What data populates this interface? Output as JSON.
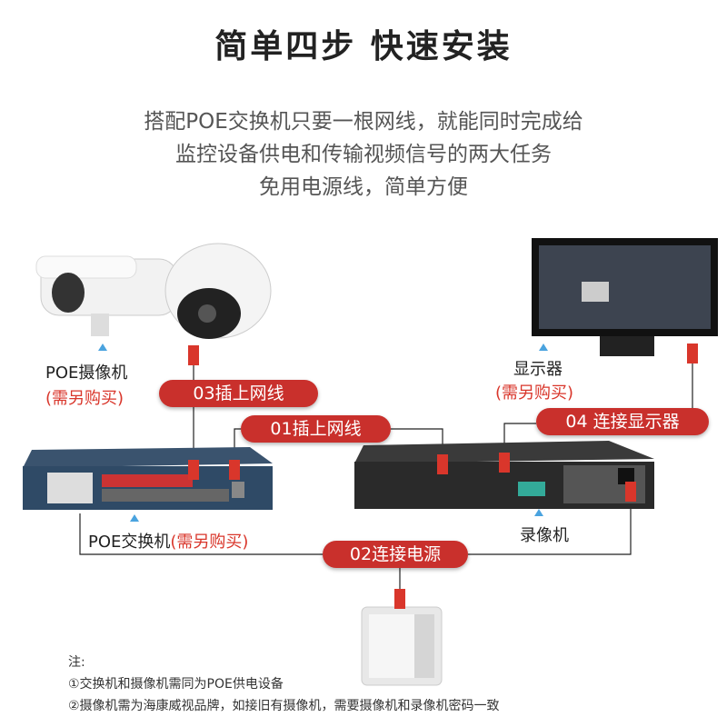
{
  "title": "简单四步 快速安装",
  "intro": [
    "搭配POE交换机只要一根网线，就能同时完成给",
    "监控设备供电和传输视频信号的两大任务",
    "免用电源线，简单方便"
  ],
  "devices": {
    "camera": {
      "name": "POE摄像机",
      "note": "(需另购买)"
    },
    "monitor": {
      "name": "显示器",
      "note": "(需另购买)"
    },
    "switch": {
      "name": "POE交换机",
      "note": "(需另购买)"
    },
    "nvr": {
      "name": "录像机"
    }
  },
  "steps": [
    "01插上网线",
    "02连接电源",
    "03插上网线",
    "04 连接显示器"
  ],
  "notes": {
    "heading": "注:",
    "items": [
      "①交换机和摄像机需同为POE供电设备",
      "②摄像机需为海康威视品牌，如接旧有摄像机，需要摄像机和录像机密码一致"
    ]
  },
  "colors": {
    "accent": "#c9302c",
    "switch": "#2f4a66",
    "nvr": "#2a2a2a"
  }
}
